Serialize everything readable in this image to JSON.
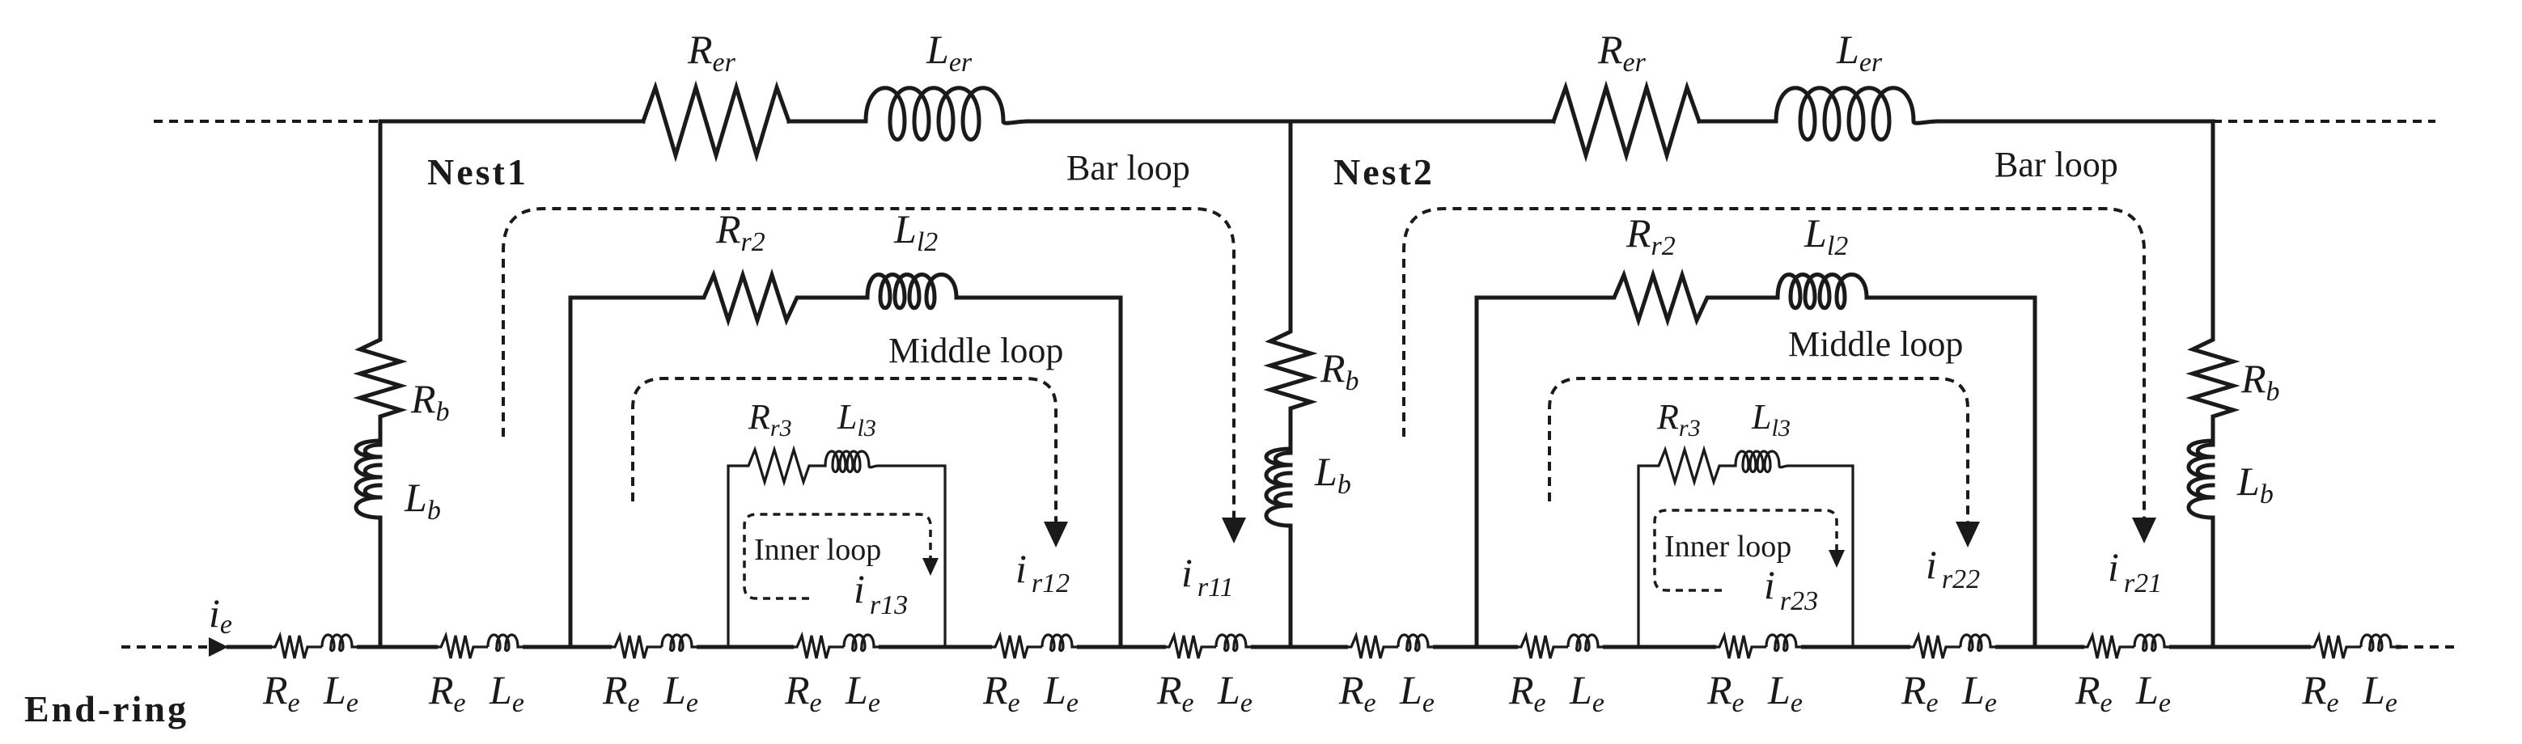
{
  "nest1": {
    "title": "Nest1",
    "bar_loop": "Bar loop",
    "middle_loop": "Middle loop",
    "inner_loop": "Inner loop"
  },
  "nest2": {
    "title": "Nest2",
    "bar_loop": "Bar loop",
    "middle_loop": "Middle loop",
    "inner_loop": "Inner loop"
  },
  "symbols": {
    "R": "R",
    "L": "L",
    "i": "i",
    "er": "er",
    "b": "b",
    "e": "e",
    "r2": "r2",
    "l2": "l2",
    "r3": "r3",
    "l3": "l3",
    "r11": "r11",
    "r12": "r12",
    "r13": "r13",
    "r21": "r21",
    "r22": "r22",
    "r23": "r23"
  },
  "end_ring_label": "End-ring"
}
